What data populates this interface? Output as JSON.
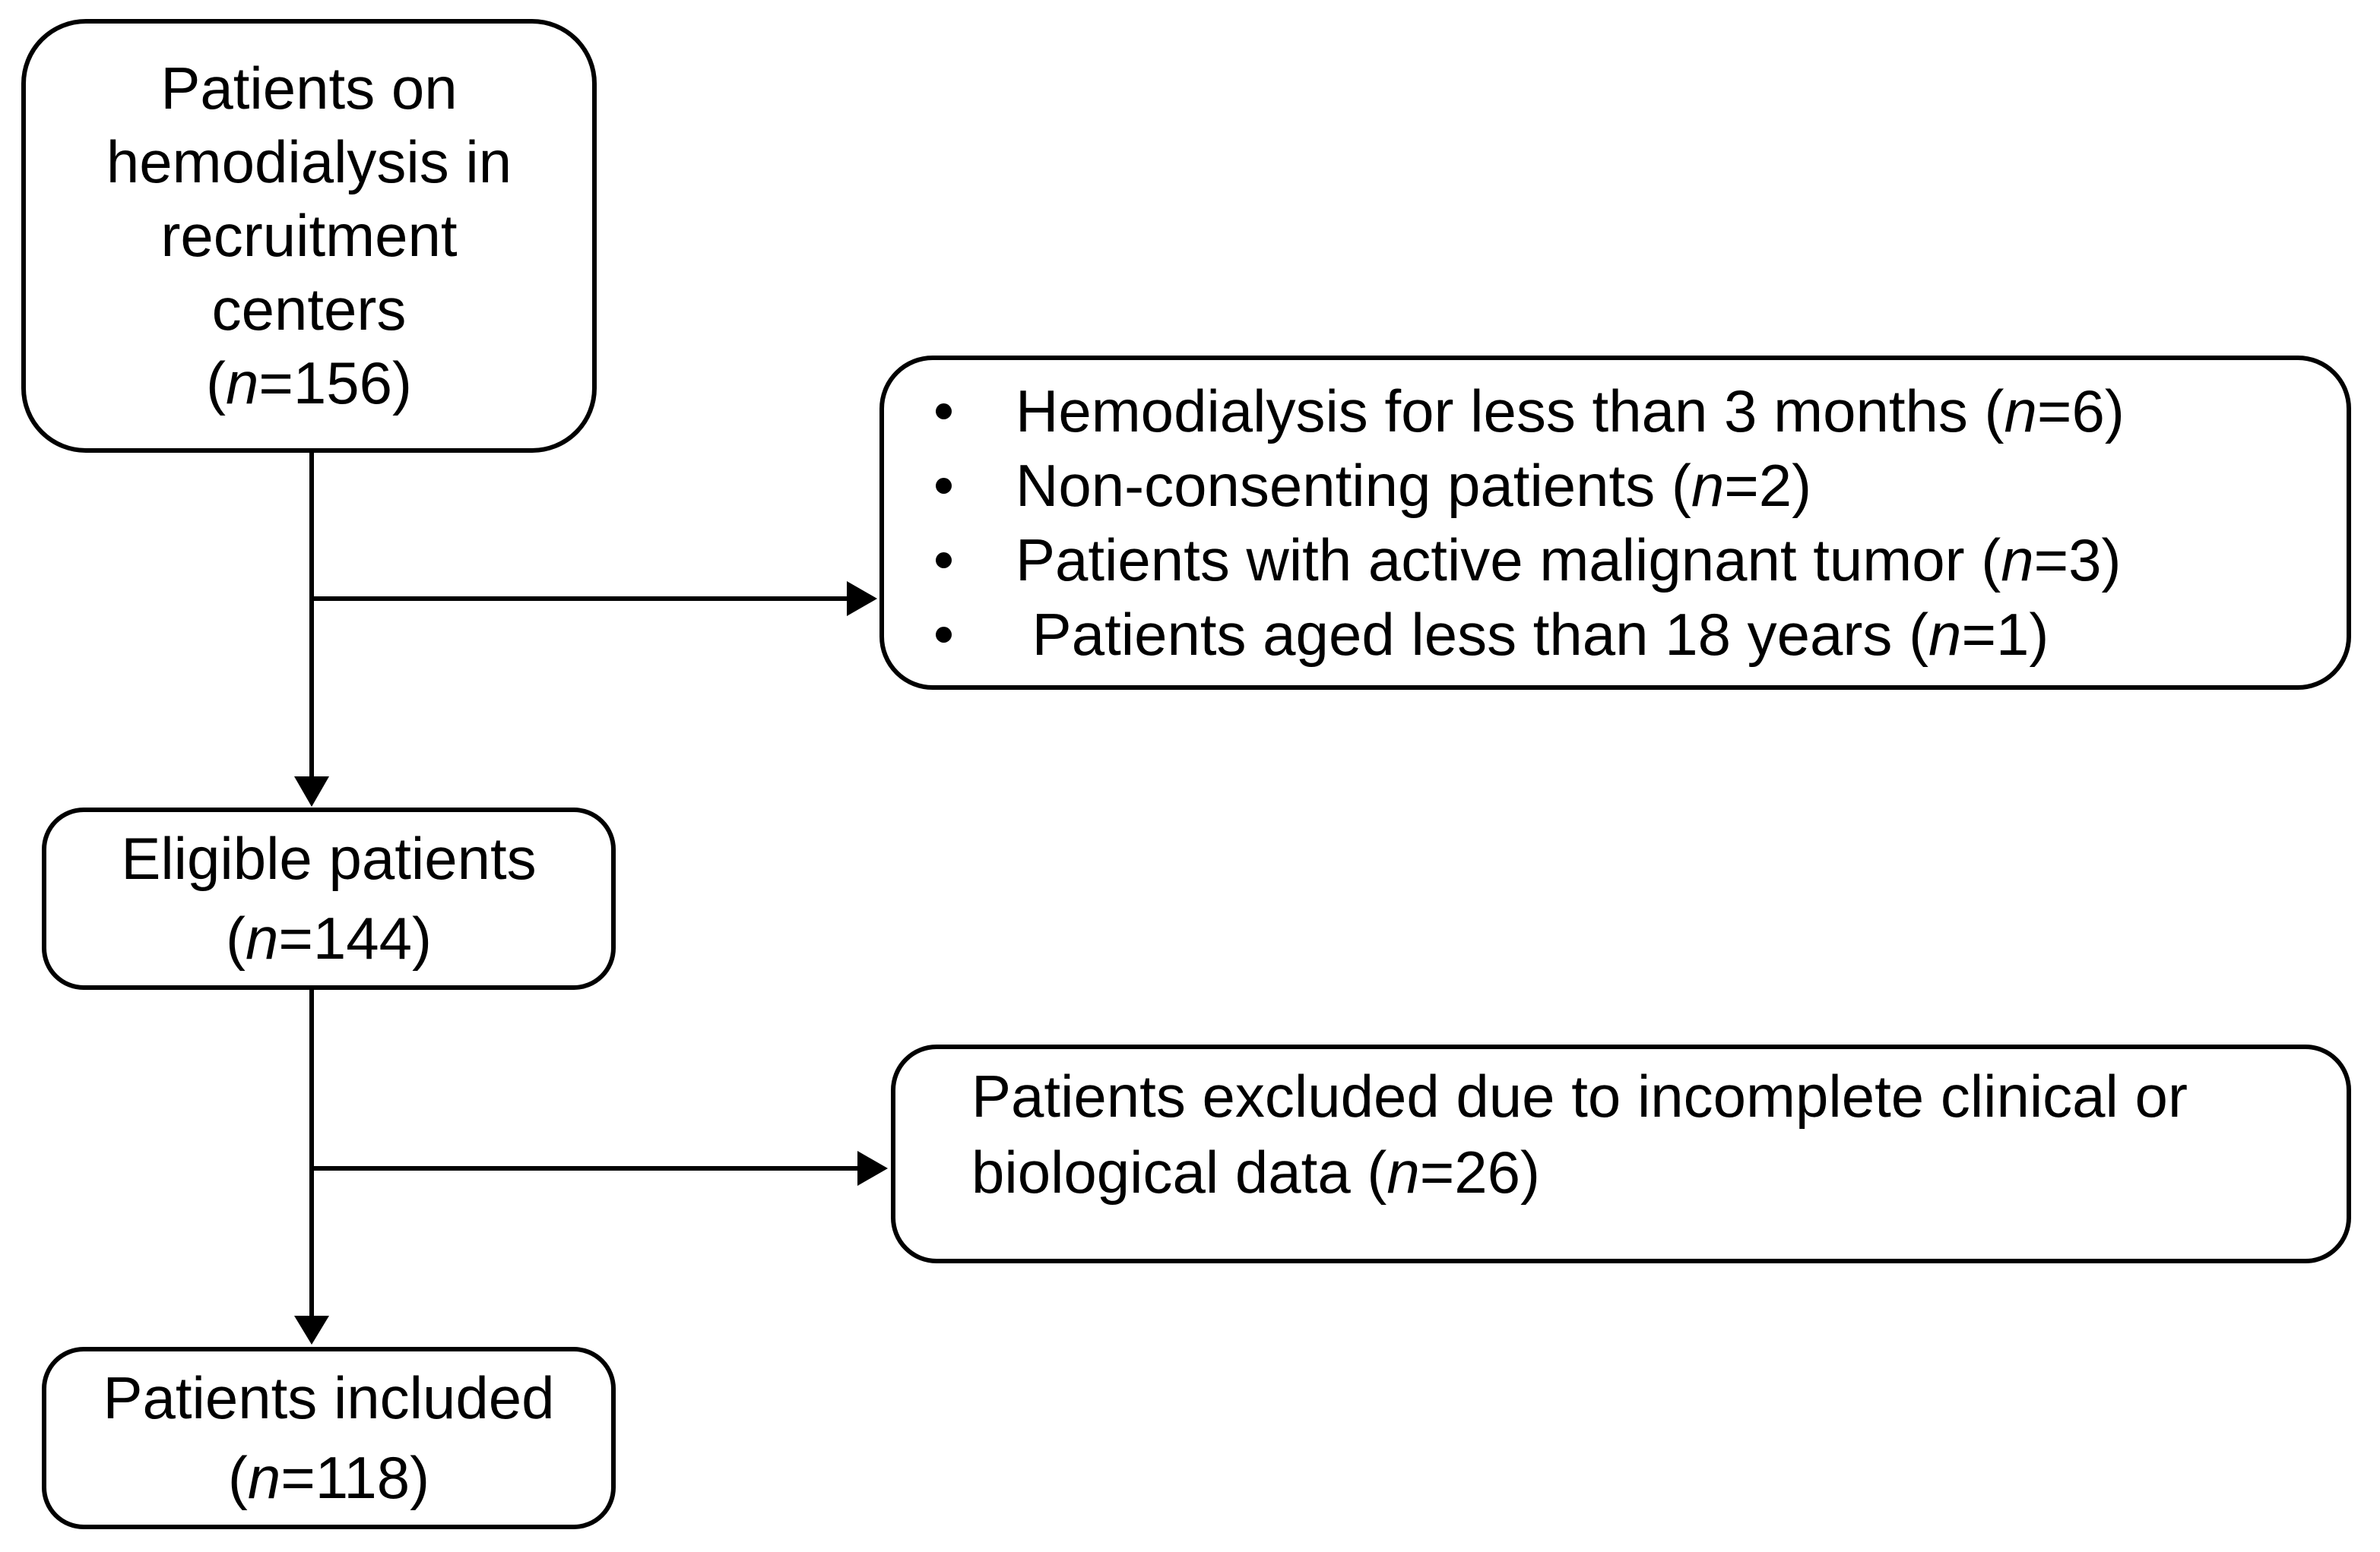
{
  "diagram": {
    "type": "flowchart",
    "colors": {
      "border": "#000000",
      "text": "#000000",
      "background": "#ffffff"
    },
    "nodes": {
      "source": {
        "id": "source",
        "n": 156,
        "lines": [
          [
            {
              "t": "Patients on"
            }
          ],
          [
            {
              "t": "hemodialysis in"
            }
          ],
          [
            {
              "t": "recruitment"
            }
          ],
          [
            {
              "t": "centers"
            }
          ],
          [
            {
              "t": "("
            },
            {
              "t": "n",
              "i": true
            },
            {
              "t": "=156)"
            }
          ]
        ]
      },
      "exclusion_criteria": {
        "id": "exclusion_criteria",
        "bullets": [
          [
            {
              "t": "Hemodialysis for less than 3 months ("
            },
            {
              "t": "n",
              "i": true
            },
            {
              "t": "=6)"
            }
          ],
          [
            {
              "t": "Non-consenting patients ("
            },
            {
              "t": "n",
              "i": true
            },
            {
              "t": "=2)"
            }
          ],
          [
            {
              "t": "Patients with active malignant tumor ("
            },
            {
              "t": "n",
              "i": true
            },
            {
              "t": "=3)"
            }
          ],
          [
            {
              "t": " Patients aged less than 18 years ("
            },
            {
              "t": "n",
              "i": true
            },
            {
              "t": "=1)"
            }
          ]
        ]
      },
      "eligible": {
        "id": "eligible",
        "n": 144,
        "lines": [
          [
            {
              "t": "Eligible patients"
            }
          ],
          [
            {
              "t": "("
            },
            {
              "t": "n",
              "i": true
            },
            {
              "t": "=144)"
            }
          ]
        ]
      },
      "excluded_incomplete": {
        "id": "excluded_incomplete",
        "n": 26,
        "lines": [
          [
            {
              "t": "Patients excluded due to incomplete clinical or"
            }
          ],
          [
            {
              "t": "biological data ("
            },
            {
              "t": "n",
              "i": true
            },
            {
              "t": "=26)"
            }
          ]
        ]
      },
      "included": {
        "id": "included",
        "n": 118,
        "lines": [
          [
            {
              "t": "Patients included"
            }
          ],
          [
            {
              "t": "("
            },
            {
              "t": "n",
              "i": true
            },
            {
              "t": "=118)"
            }
          ]
        ]
      }
    },
    "connections": [
      {
        "from": "source",
        "to": "eligible",
        "type": "arrow"
      },
      {
        "from": "source",
        "to": "exclusion_criteria",
        "type": "arrow"
      },
      {
        "from": "eligible",
        "to": "included",
        "type": "arrow"
      },
      {
        "from": "eligible",
        "to": "excluded_incomplete",
        "type": "arrow"
      }
    ]
  }
}
